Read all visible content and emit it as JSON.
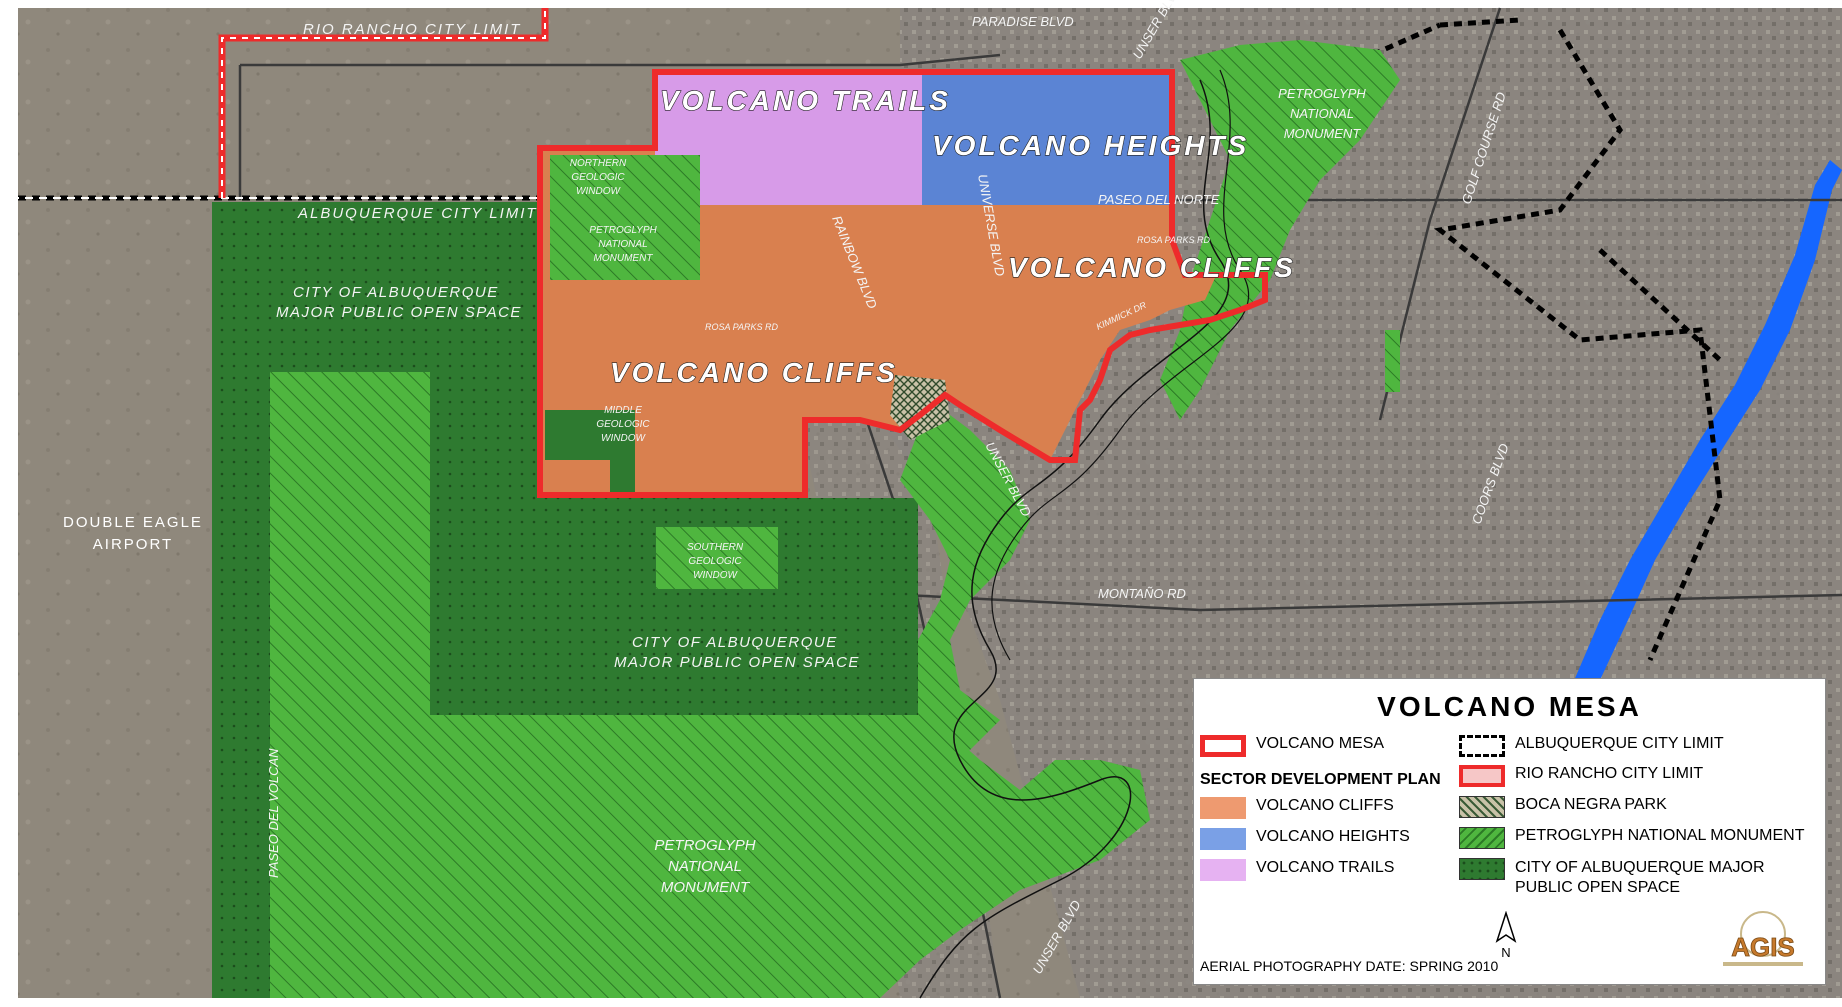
{
  "map": {
    "zones": {
      "volcano_trails": "VOLCANO TRAILS",
      "volcano_heights": "VOLCANO HEIGHTS",
      "volcano_cliffs_east": "VOLCANO CLIFFS",
      "volcano_cliffs_west": "VOLCANO CLIFFS"
    },
    "labels": {
      "rio_rancho": "RIO RANCHO CITY LIMIT",
      "abq_limit": "ALBUQUERQUE CITY LIMIT",
      "paradise": "PARADISE BLVD",
      "unser_top": "UNSER BLVD",
      "golf": "GOLF COURSE RD",
      "coors": "COORS BLVD",
      "paseo_norte": "PASEO DEL NORTE",
      "rosa_parks_e": "ROSA PARKS RD",
      "rosa_parks_w": "ROSA PARKS RD",
      "kimmick": "KIMMICK DR",
      "universe": "UNIVERSE BLVD",
      "rainbow": "RAINBOW BLVD",
      "unser_mid": "UNSER BLVD",
      "unser_bottom": "UNSER BLVD",
      "montano": "MONTAÑO RD",
      "paseo_volcan": "PASEO DEL VOLCAN",
      "open_space_1a": "CITY OF ALBUQUERQUE",
      "open_space_1b": "MAJOR PUBLIC OPEN SPACE",
      "open_space_2a": "CITY OF ALBUQUERQUE",
      "open_space_2b": "MAJOR PUBLIC OPEN SPACE",
      "northern_gw": [
        "NORTHERN",
        "GEOLOGIC",
        "WINDOW"
      ],
      "middle_gw": [
        "MIDDLE",
        "GEOLOGIC",
        "WINDOW"
      ],
      "southern_gw": [
        "SOUTHERN",
        "GEOLOGIC",
        "WINDOW"
      ],
      "pnm_small": [
        "PETROGLYPH",
        "NATIONAL",
        "MONUMENT"
      ],
      "pnm_ne": [
        "PETROGLYPH",
        "NATIONAL",
        "MONUMENT"
      ],
      "pnm_big": [
        "PETROGLYPH",
        "NATIONAL",
        "MONUMENT"
      ],
      "airport": [
        "DOUBLE EAGLE",
        "AIRPORT"
      ]
    }
  },
  "legend": {
    "title": "VOLCANO MESA",
    "sector_heading": "SECTOR DEVELOPMENT PLAN",
    "left_items": [
      {
        "label": "VOLCANO MESA"
      },
      {
        "label": "VOLCANO CLIFFS"
      },
      {
        "label": "VOLCANO HEIGHTS"
      },
      {
        "label": "VOLCANO TRAILS"
      }
    ],
    "right_items": [
      {
        "label": "ALBUQUERQUE CITY LIMIT"
      },
      {
        "label": "RIO RANCHO CITY LIMIT"
      },
      {
        "label": "BOCA NEGRA PARK"
      },
      {
        "label": "PETROGLYPH NATIONAL MONUMENT"
      },
      {
        "label": "CITY OF ALBUQUERQUE MAJOR PUBLIC OPEN SPACE"
      }
    ],
    "north_label": "N",
    "photo_date": "AERIAL PHOTOGRAPHY DATE: SPRING 2010",
    "logo_text": "AGIS"
  },
  "colors": {
    "cliffs": "#d9804f",
    "heights": "#5b84d4",
    "trails": "#d79be8",
    "mesa_outline": "#ee2b2b",
    "open_space": "#2e7d32",
    "monument": "#4caf3a",
    "river": "#1565ff",
    "terrain": "#8d8478"
  }
}
